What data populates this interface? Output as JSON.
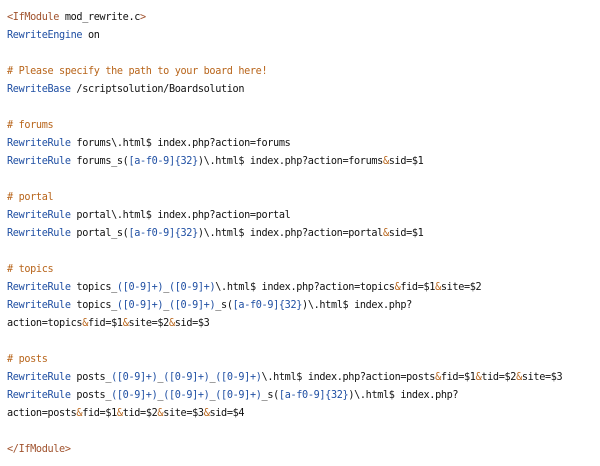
{
  "lines": [
    {
      "segments": [
        {
          "t": "<IfModule",
          "c": "tag"
        },
        {
          "t": " mod_rewrite.c",
          "c": "plain"
        },
        {
          "t": ">",
          "c": "tag"
        }
      ]
    },
    {
      "segments": [
        {
          "t": "RewriteEngine",
          "c": "dir"
        },
        {
          "t": " on",
          "c": "plain"
        }
      ]
    },
    {
      "segments": []
    },
    {
      "segments": [
        {
          "t": "# Please specify the path to your board here!",
          "c": "comment"
        }
      ]
    },
    {
      "segments": [
        {
          "t": "RewriteBase",
          "c": "dir"
        },
        {
          "t": " /scriptsolution/Boardsolution",
          "c": "plain"
        }
      ]
    },
    {
      "segments": []
    },
    {
      "segments": [
        {
          "t": "# forums",
          "c": "comment"
        }
      ]
    },
    {
      "segments": [
        {
          "t": "RewriteRule",
          "c": "dir"
        },
        {
          "t": " forums\\.html$ index.php?action=forums",
          "c": "plain"
        }
      ]
    },
    {
      "segments": [
        {
          "t": "RewriteRule",
          "c": "dir"
        },
        {
          "t": " forums_s(",
          "c": "plain"
        },
        {
          "t": "[a-f0-9]{32}",
          "c": "rx"
        },
        {
          "t": ")\\.html$ index.php?action=forums",
          "c": "plain"
        },
        {
          "t": "&",
          "c": "amp"
        },
        {
          "t": "sid=$1",
          "c": "plain"
        }
      ]
    },
    {
      "segments": []
    },
    {
      "segments": [
        {
          "t": "# portal",
          "c": "comment"
        }
      ]
    },
    {
      "segments": [
        {
          "t": "RewriteRule",
          "c": "dir"
        },
        {
          "t": " portal\\.html$ index.php?action=portal",
          "c": "plain"
        }
      ]
    },
    {
      "segments": [
        {
          "t": "RewriteRule",
          "c": "dir"
        },
        {
          "t": " portal_s(",
          "c": "plain"
        },
        {
          "t": "[a-f0-9]{32}",
          "c": "rx"
        },
        {
          "t": ")\\.html$ index.php?action=portal",
          "c": "plain"
        },
        {
          "t": "&",
          "c": "amp"
        },
        {
          "t": "sid=$1",
          "c": "plain"
        }
      ]
    },
    {
      "segments": []
    },
    {
      "segments": [
        {
          "t": "# topics",
          "c": "comment"
        }
      ]
    },
    {
      "segments": [
        {
          "t": "RewriteRule",
          "c": "dir"
        },
        {
          "t": " topics_",
          "c": "plain"
        },
        {
          "t": "([0-9]+)",
          "c": "rx"
        },
        {
          "t": "_",
          "c": "plain"
        },
        {
          "t": "([0-9]+)",
          "c": "rx"
        },
        {
          "t": "\\.html$ index.php?action=topics",
          "c": "plain"
        },
        {
          "t": "&",
          "c": "amp"
        },
        {
          "t": "fid=$1",
          "c": "plain"
        },
        {
          "t": "&",
          "c": "amp"
        },
        {
          "t": "site=$2",
          "c": "plain"
        }
      ]
    },
    {
      "segments": [
        {
          "t": "RewriteRule",
          "c": "dir"
        },
        {
          "t": " topics_",
          "c": "plain"
        },
        {
          "t": "([0-9]+)",
          "c": "rx"
        },
        {
          "t": "_",
          "c": "plain"
        },
        {
          "t": "([0-9]+)",
          "c": "rx"
        },
        {
          "t": "_s(",
          "c": "plain"
        },
        {
          "t": "[a-f0-9]{32}",
          "c": "rx"
        },
        {
          "t": ")\\.html$ index.php?",
          "c": "plain"
        }
      ]
    },
    {
      "segments": [
        {
          "t": "action=topics",
          "c": "plain"
        },
        {
          "t": "&",
          "c": "amp"
        },
        {
          "t": "fid=$1",
          "c": "plain"
        },
        {
          "t": "&",
          "c": "amp"
        },
        {
          "t": "site=$2",
          "c": "plain"
        },
        {
          "t": "&",
          "c": "amp"
        },
        {
          "t": "sid=$3",
          "c": "plain"
        }
      ]
    },
    {
      "segments": []
    },
    {
      "segments": [
        {
          "t": "# posts",
          "c": "comment"
        }
      ]
    },
    {
      "segments": [
        {
          "t": "RewriteRule",
          "c": "dir"
        },
        {
          "t": " posts_",
          "c": "plain"
        },
        {
          "t": "([0-9]+)",
          "c": "rx"
        },
        {
          "t": "_",
          "c": "plain"
        },
        {
          "t": "([0-9]+)",
          "c": "rx"
        },
        {
          "t": "_",
          "c": "plain"
        },
        {
          "t": "([0-9]+)",
          "c": "rx"
        },
        {
          "t": "\\.html$ index.php?action=posts",
          "c": "plain"
        },
        {
          "t": "&",
          "c": "amp"
        },
        {
          "t": "fid=$1",
          "c": "plain"
        },
        {
          "t": "&",
          "c": "amp"
        },
        {
          "t": "tid=$2",
          "c": "plain"
        },
        {
          "t": "&",
          "c": "amp"
        },
        {
          "t": "site=$3",
          "c": "plain"
        }
      ]
    },
    {
      "segments": [
        {
          "t": "RewriteRule",
          "c": "dir"
        },
        {
          "t": " posts_",
          "c": "plain"
        },
        {
          "t": "([0-9]+)",
          "c": "rx"
        },
        {
          "t": "_",
          "c": "plain"
        },
        {
          "t": "([0-9]+)",
          "c": "rx"
        },
        {
          "t": "_",
          "c": "plain"
        },
        {
          "t": "([0-9]+)",
          "c": "rx"
        },
        {
          "t": "_s(",
          "c": "plain"
        },
        {
          "t": "[a-f0-9]{32}",
          "c": "rx"
        },
        {
          "t": ")\\.html$ index.php?",
          "c": "plain"
        }
      ]
    },
    {
      "segments": [
        {
          "t": "action=posts",
          "c": "plain"
        },
        {
          "t": "&",
          "c": "amp"
        },
        {
          "t": "fid=$1",
          "c": "plain"
        },
        {
          "t": "&",
          "c": "amp"
        },
        {
          "t": "tid=$2",
          "c": "plain"
        },
        {
          "t": "&",
          "c": "amp"
        },
        {
          "t": "site=$3",
          "c": "plain"
        },
        {
          "t": "&",
          "c": "amp"
        },
        {
          "t": "sid=$4",
          "c": "plain"
        }
      ]
    },
    {
      "segments": []
    },
    {
      "segments": [
        {
          "t": "</IfModule>",
          "c": "tag"
        }
      ]
    }
  ]
}
